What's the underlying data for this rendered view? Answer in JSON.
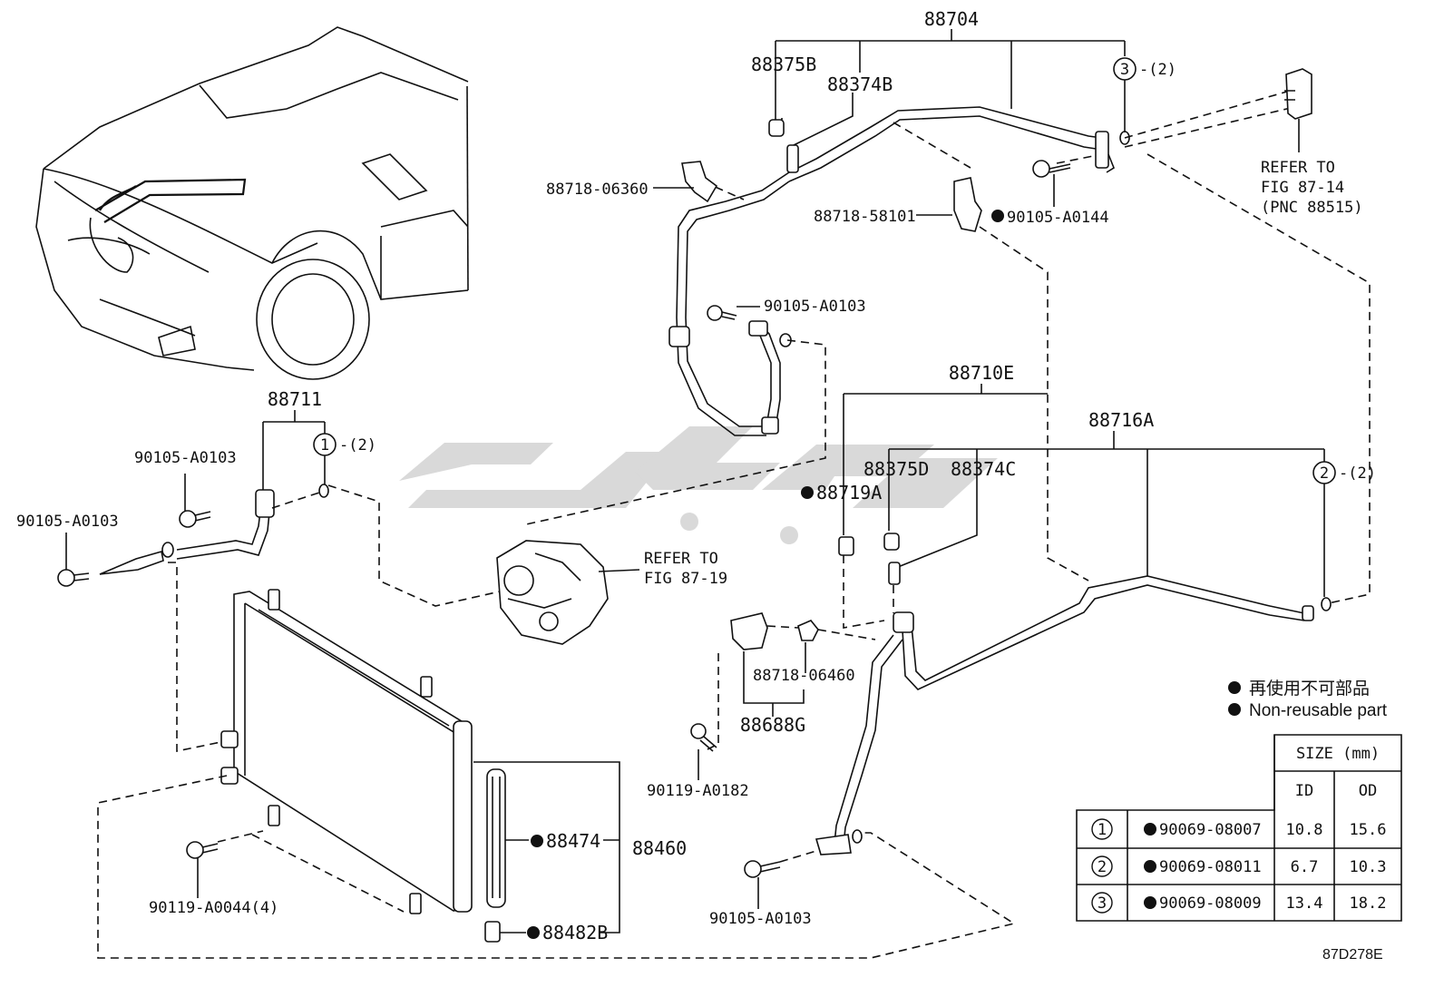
{
  "labels": {
    "p88704": "88704",
    "p88375B": "88375B",
    "p88374B": "88374B",
    "ring3_top": "3",
    "qty2_top": "-(2)",
    "p88718_06360": "88718-06360",
    "p88718_58101": "88718-58101",
    "p90105_A0144": "90105-A0144",
    "refer_87_14_l1": "REFER TO",
    "refer_87_14_l2": "FIG 87-14",
    "refer_87_14_l3": "(PNC 88515)",
    "p90105_A0103_a": "90105-A0103",
    "p88711": "88711",
    "ring1_left": "1",
    "qty2_left": "-(2)",
    "p90105_A0103_b": "90105-A0103",
    "p90105_A0103_c": "90105-A0103",
    "p88710E": "88710E",
    "p88716A": "88716A",
    "p88375D": "88375D",
    "p88374C": "88374C",
    "p88719A": "88719A",
    "ring2_right": "2",
    "qty2_right": "-(2)",
    "refer_87_19_l1": "REFER TO",
    "refer_87_19_l2": "FIG 87-19",
    "p88718_06460": "88718-06460",
    "p88688G": "88688G",
    "p90119_A0182": "90119-A0182",
    "p88474": "88474",
    "p88460": "88460",
    "p88482B": "88482B",
    "p90119_A0044": "90119-A0044(4)",
    "p90105_A0103_d": "90105-A0103",
    "diagram_code": "87D278E"
  },
  "legend": {
    "jp": "再使用不可部品",
    "en": "Non-reusable part"
  },
  "size_table": {
    "header": "SIZE (mm)",
    "col_id": "ID",
    "col_od": "OD",
    "rows": [
      {
        "ring": "1",
        "part": "90069-08007",
        "id": "10.8",
        "od": "15.6"
      },
      {
        "ring": "2",
        "part": "90069-08011",
        "id": "6.7",
        "od": "10.3"
      },
      {
        "ring": "3",
        "part": "90069-08009",
        "id": "13.4",
        "od": "18.2"
      }
    ]
  }
}
